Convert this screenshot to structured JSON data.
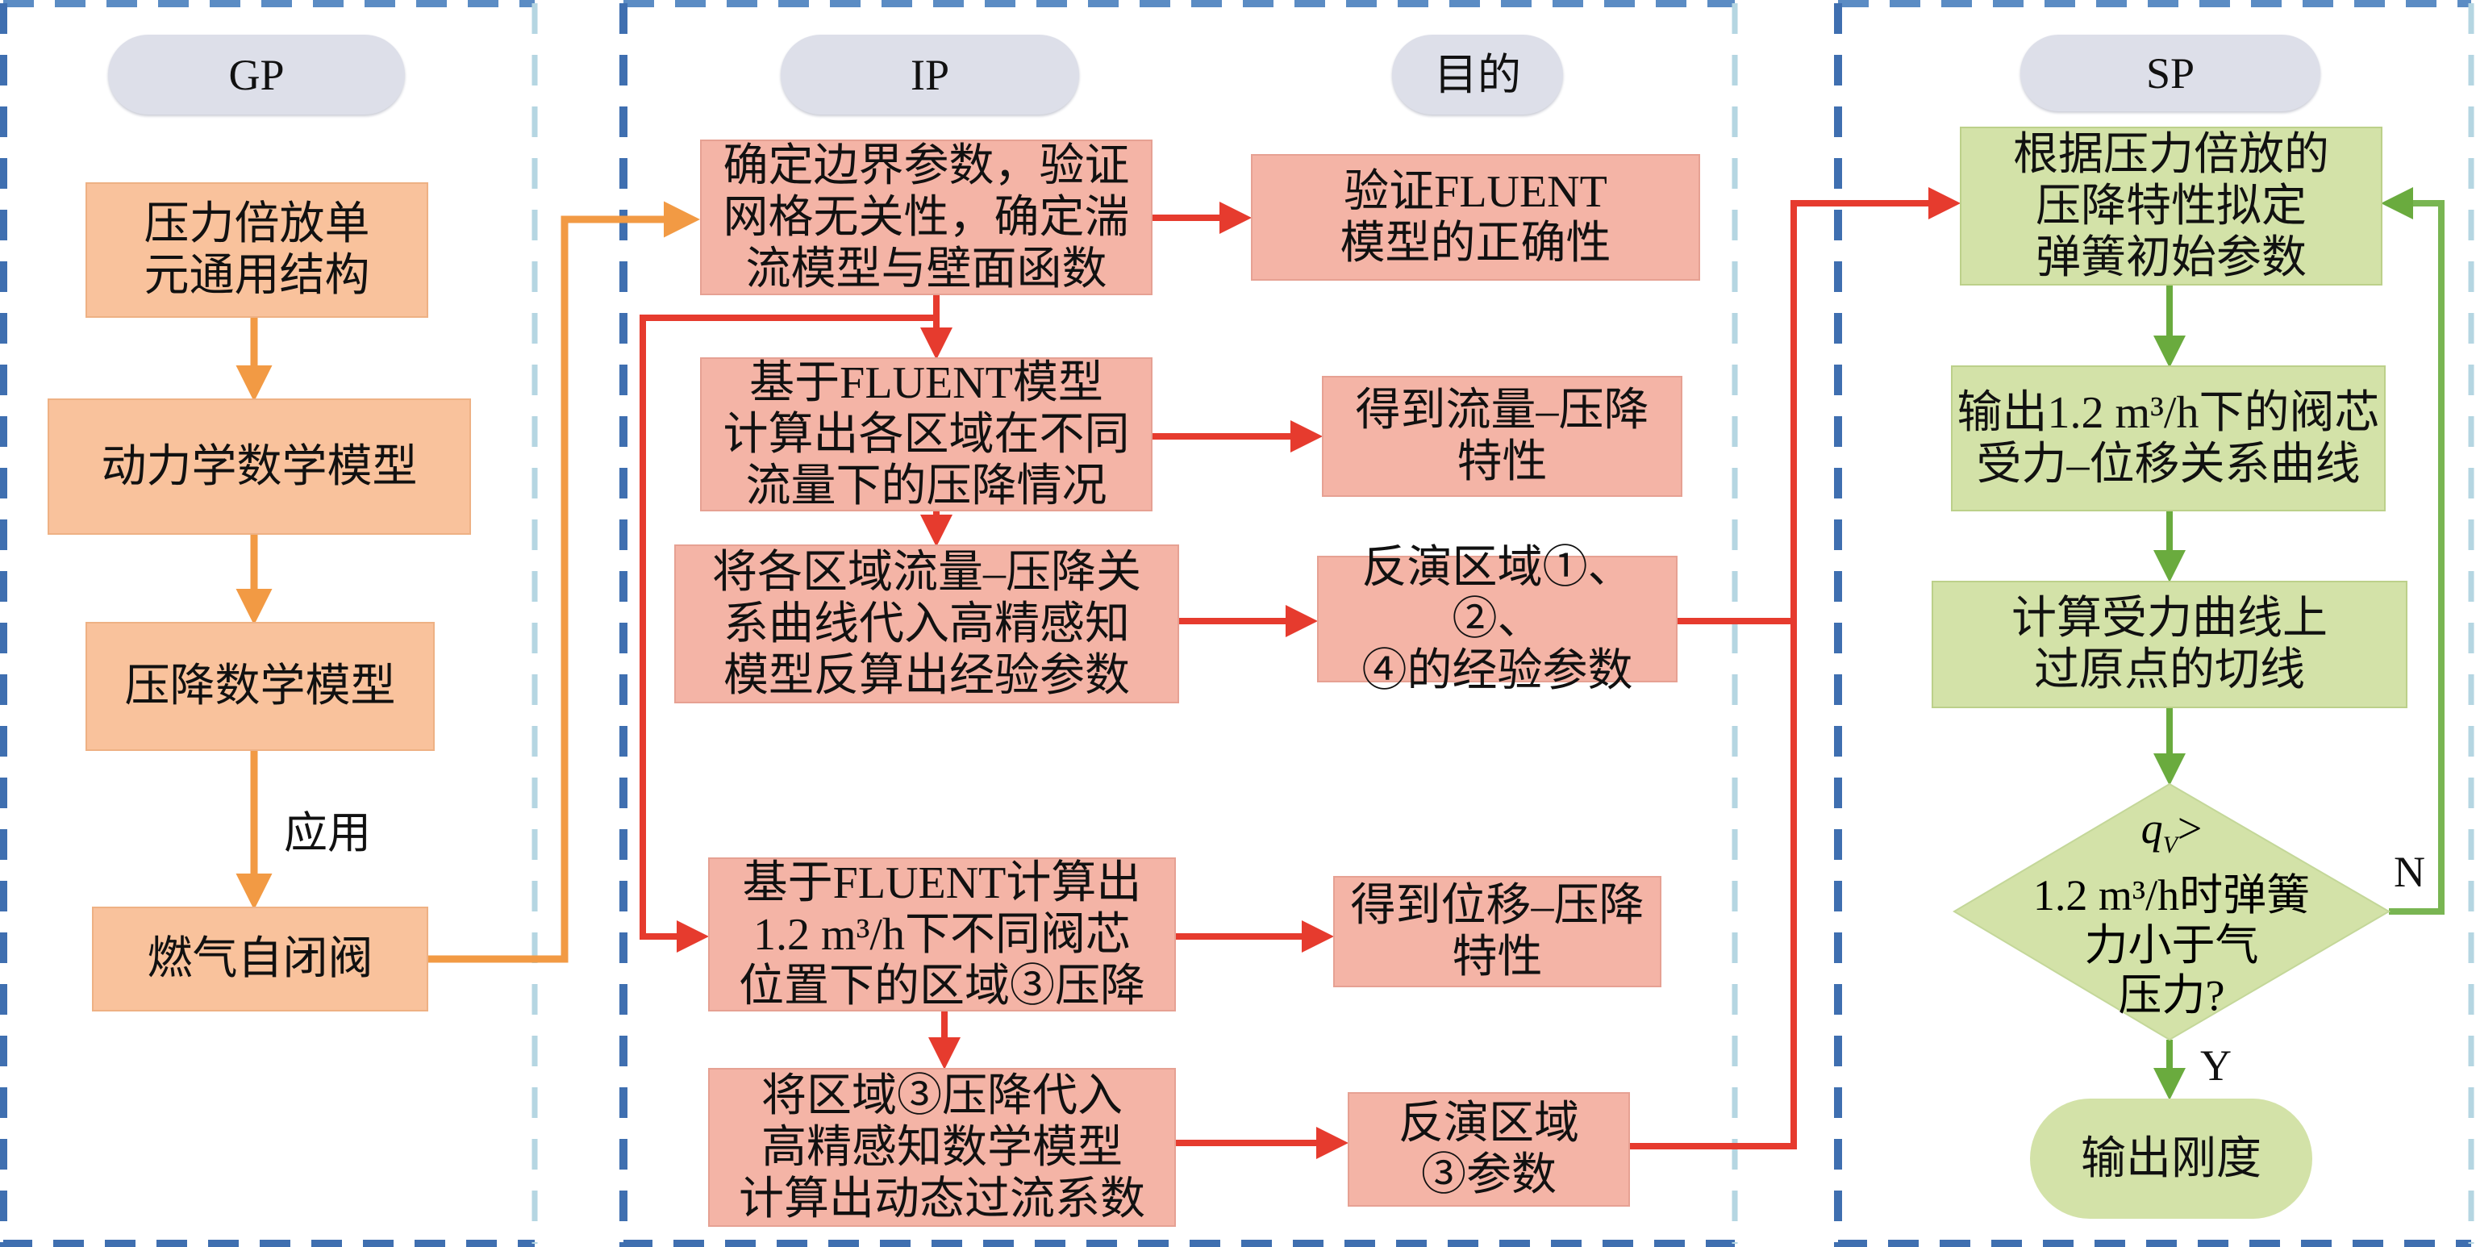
{
  "gp": {
    "header": "GP",
    "boxes": [
      "压力倍放单\n元通用结构",
      "动力学数学模型",
      "压降数学模型",
      "燃气自闭阀"
    ],
    "apply_label": "应用"
  },
  "ip": {
    "header": "IP",
    "goal_header": "目的",
    "steps": [
      "确定边界参数，验证\n网格无关性，确定湍\n流模型与壁面函数",
      "基于FLUENT模型\n计算出各区域在不同\n流量下的压降情况",
      "将各区域流量–压降关\n系曲线代入高精感知\n模型反算出经验参数",
      "基于FLUENT计算出\n1.2 m³/h下不同阀芯\n位置下的区域③压降",
      "将区域③压降代入\n高精感知数学模型\n计算出动态过流系数"
    ],
    "goals": [
      "验证FLUENT\n模型的正确性",
      "得到流量–压降\n特性",
      "反演区域①、②、\n④的经验参数",
      "得到位移–压降\n特性",
      "反演区域\n③参数"
    ]
  },
  "sp": {
    "header": "SP",
    "boxes": [
      "根据压力倍放的\n压降特性拟定\n弹簧初始参数",
      "输出1.2 m³/h下的阀芯\n受力–位移关系曲线",
      "计算受力曲线上\n过原点的切线"
    ],
    "decision": {
      "var": "q",
      "sub": "V",
      "op": ">",
      "lines": [
        "1.2 m³/h时弹簧",
        "力小于气",
        "压力?"
      ]
    },
    "yes_label": "Y",
    "no_label": "N",
    "output": "输出刚度"
  },
  "colors": {
    "orange_arrow": "#f29a44",
    "red_arrow": "#e63b2e",
    "green_arrow": "#6aab3e",
    "panel_dash_dark": "#3f6fb0",
    "panel_dash_light": "#b5d6e2"
  }
}
